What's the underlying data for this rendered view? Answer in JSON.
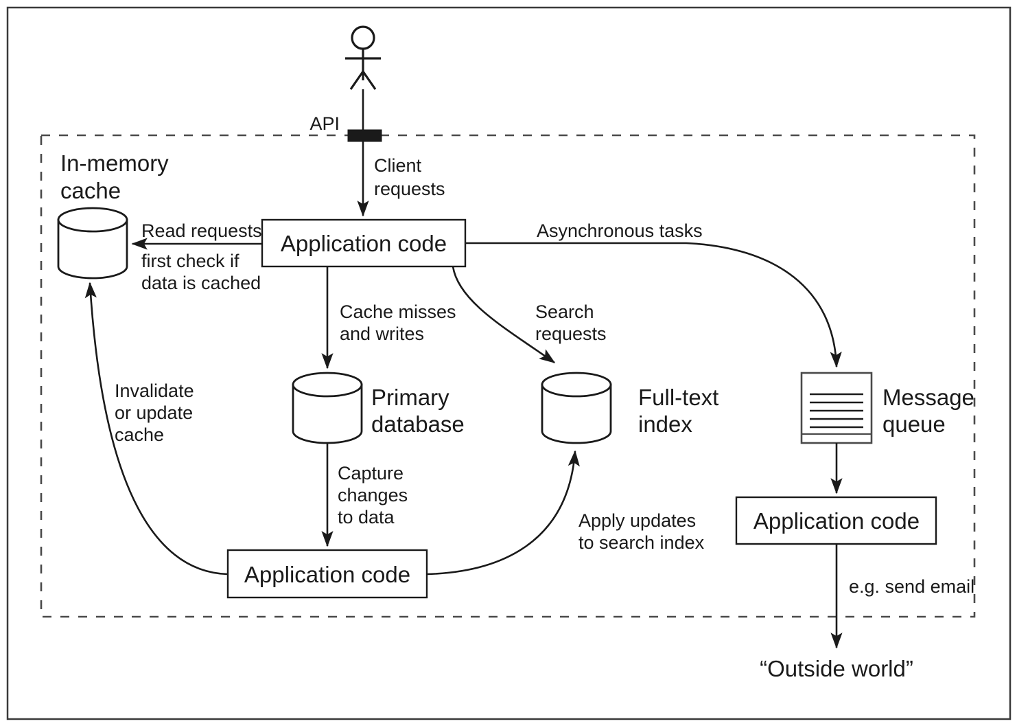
{
  "figure": {
    "type": "system-architecture-diagram",
    "title": "Data system architecture with cache, primary database, full-text index and message queue",
    "boundary_label": "dashed system boundary"
  },
  "actor": {
    "name": "client-user",
    "icon": "stick-figure-icon"
  },
  "api": {
    "label": "API",
    "icon": "api-port-bar-icon"
  },
  "nodes": {
    "cache": {
      "label_line1": "In-memory",
      "label_line2": "cache",
      "icon": "cylinder-database-icon"
    },
    "app_code_main": {
      "label": "Application code",
      "icon": "rectangle-box-icon"
    },
    "primary_db": {
      "label_line1": "Primary",
      "label_line2": "database",
      "icon": "cylinder-database-icon"
    },
    "full_text_index": {
      "label_line1": "Full-text",
      "label_line2": "index",
      "icon": "cylinder-database-icon"
    },
    "message_queue": {
      "label_line1": "Message",
      "label_line2": "queue",
      "icon": "message-queue-stack-icon"
    },
    "app_code_cdc": {
      "label": "Application code",
      "icon": "rectangle-box-icon"
    },
    "app_code_worker": {
      "label": "Application code",
      "icon": "rectangle-box-icon"
    },
    "outside_world": {
      "label": "“Outside world”"
    }
  },
  "edges": {
    "client_requests": {
      "line1": "Client",
      "line2": "requests"
    },
    "read_requests": {
      "line1": "Read requests",
      "line2": "first check if",
      "line3": "data is cached"
    },
    "cache_misses": {
      "line1": "Cache misses",
      "line2": "and writes"
    },
    "search_requests": {
      "line1": "Search",
      "line2": "requests"
    },
    "async_tasks": {
      "line1": "Asynchronous tasks"
    },
    "invalidate_cache": {
      "line1": "Invalidate",
      "line2": "or update",
      "line3": "cache"
    },
    "capture_changes": {
      "line1": "Capture",
      "line2": "changes",
      "line3": "to data"
    },
    "apply_updates": {
      "line1": "Apply updates",
      "line2": "to search index"
    },
    "send_email": {
      "line1": "e.g. send email"
    }
  },
  "colors": {
    "stroke": "#1a1a1a",
    "text": "#1a1a1a",
    "background": "#ffffff",
    "frame": "#3a3a3a",
    "dashed_boundary": "#4a4a4a"
  }
}
